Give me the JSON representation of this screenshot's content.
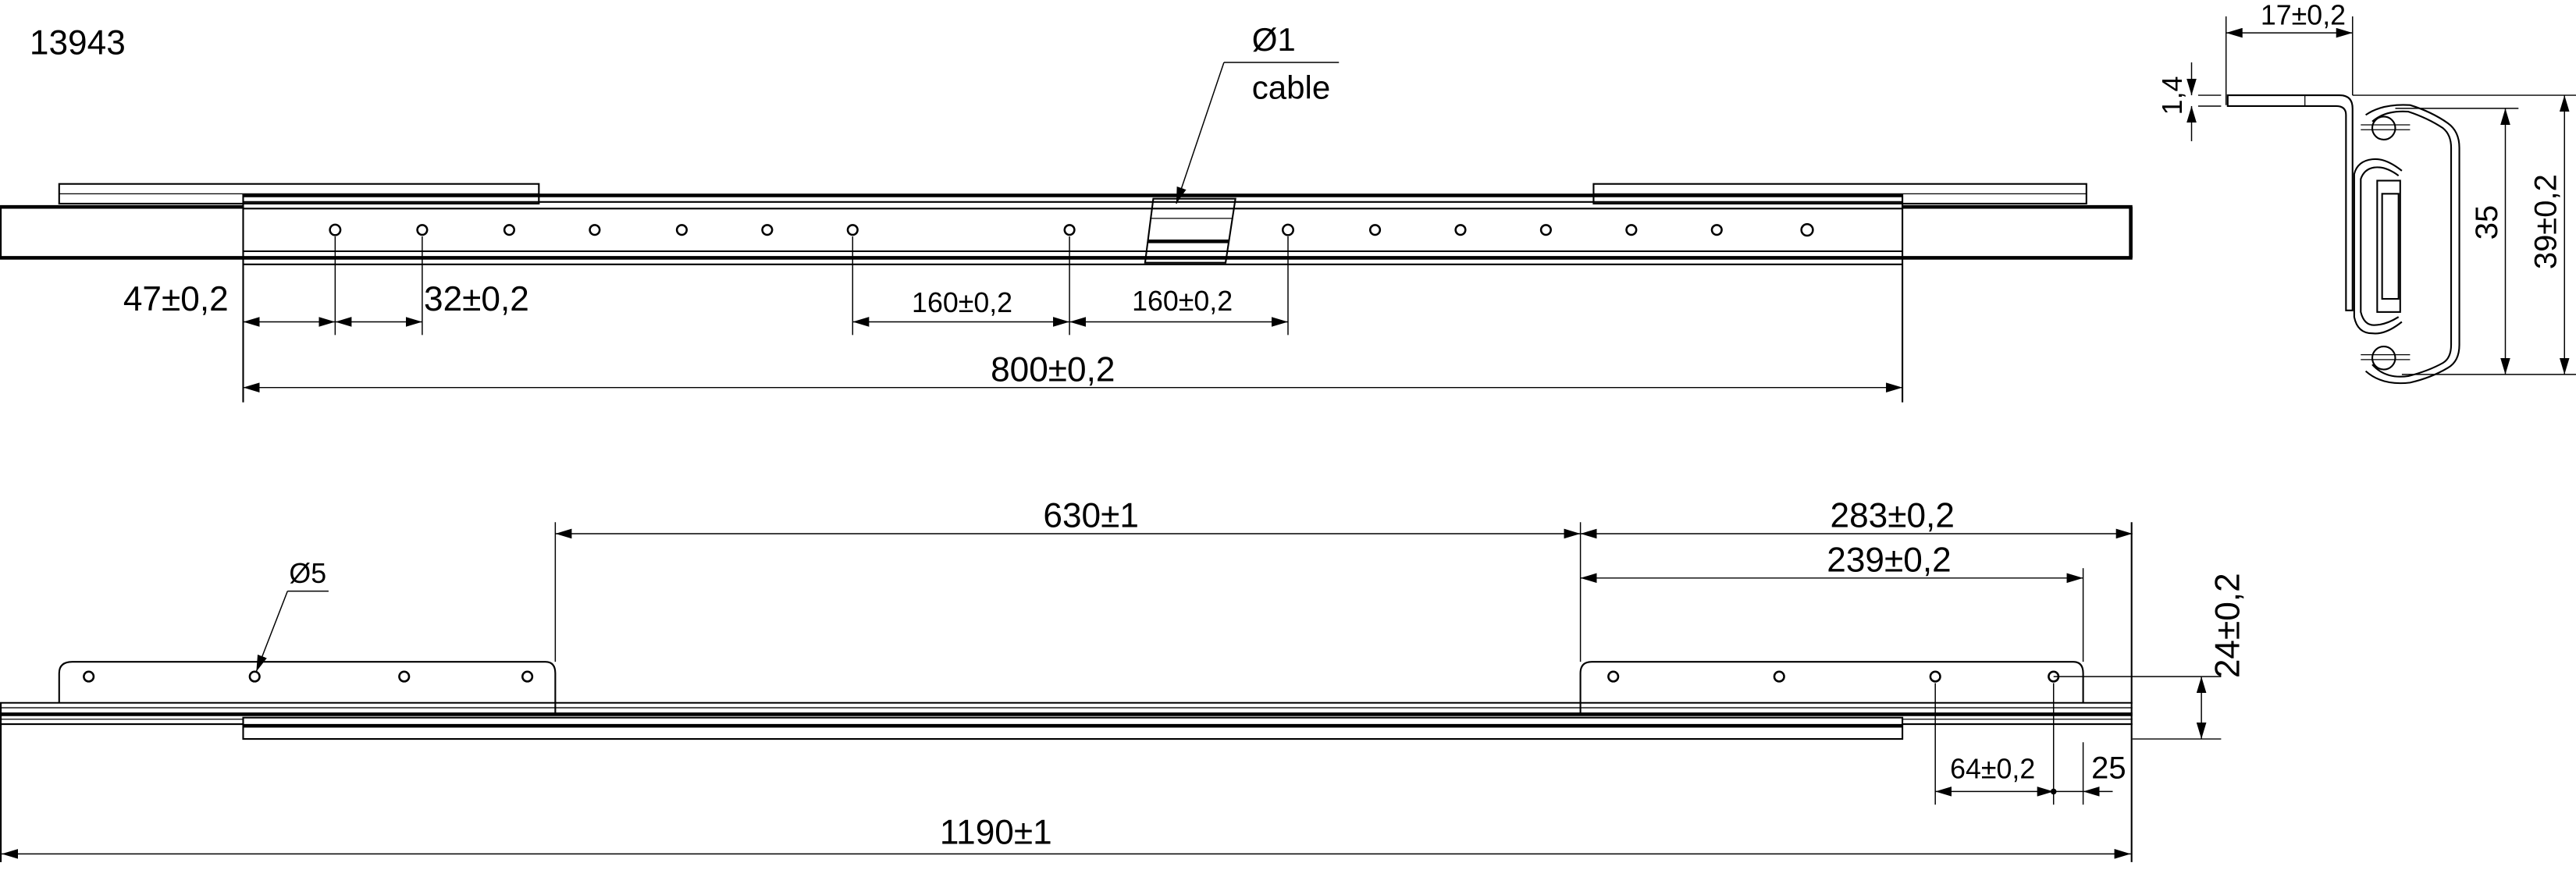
{
  "drawing": {
    "part_number": "13943",
    "cable_diameter": "Ø1",
    "cable_label": "cable",
    "hole_diameter": "Ø5"
  },
  "top_view": {
    "dims": {
      "first_hole": "47±0,2",
      "hole_pitch": "32±0,2",
      "pitch_left": "160±0,2",
      "pitch_right": "160±0,2",
      "overall": "800±0,2"
    }
  },
  "section_view": {
    "dims": {
      "width": "17±0,2",
      "thickness": "1,4",
      "rail_height": "35",
      "total_height": "39±0,2"
    }
  },
  "bottom_view": {
    "dims": {
      "gap": "630±1",
      "bracket_length": "283±0,2",
      "bracket_holes": "239±0,2",
      "height": "24±0,2",
      "hole_spacing": "64±0,2",
      "end_offset": "25",
      "overall": "1190±1"
    }
  }
}
